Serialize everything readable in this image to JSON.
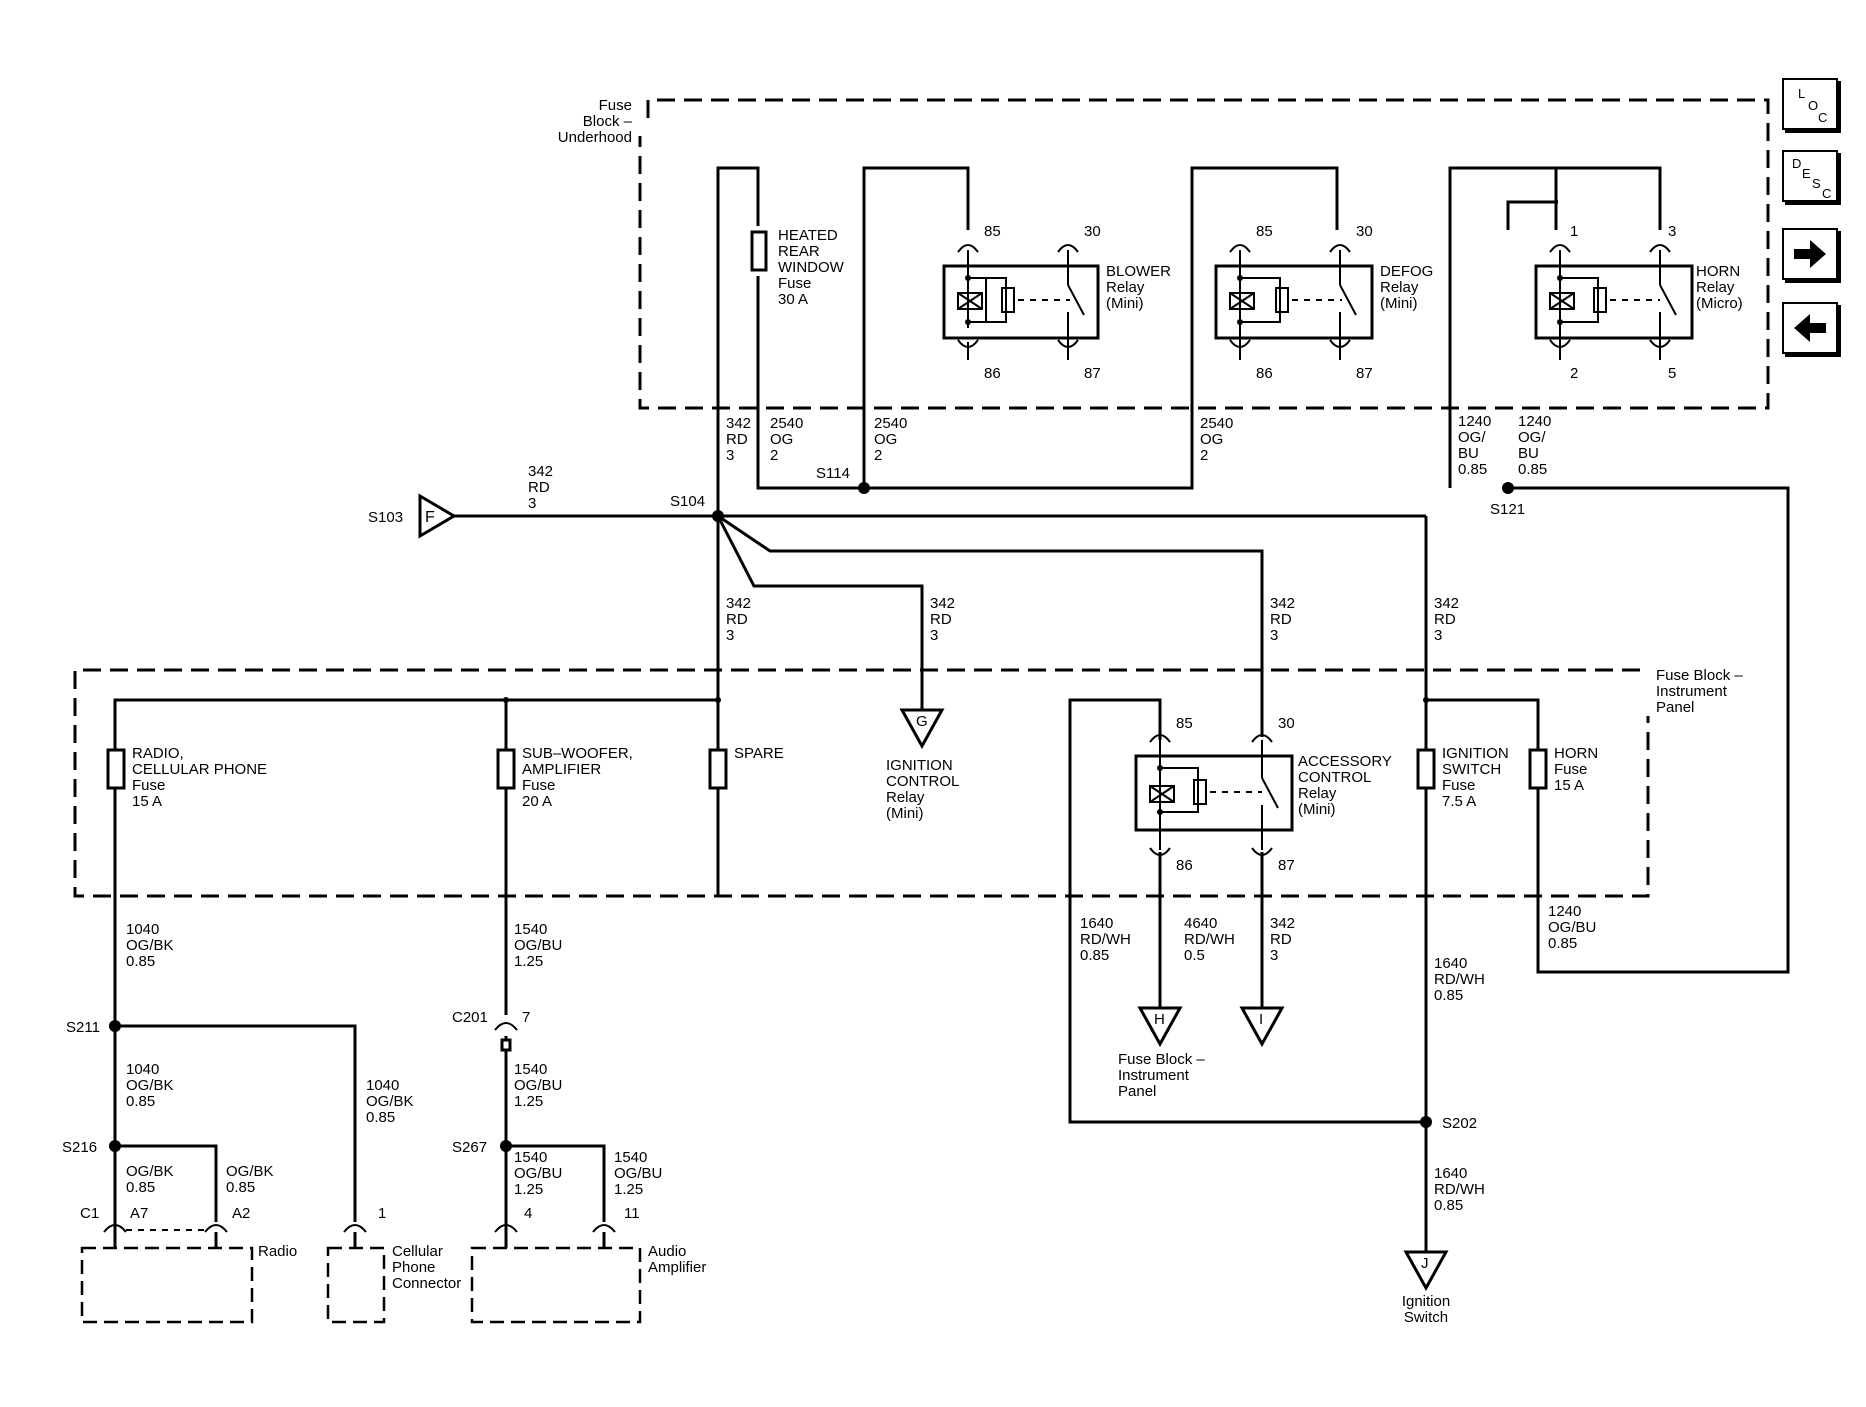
{
  "nav": {
    "loc": [
      "L",
      "O",
      "C"
    ],
    "desc": [
      "D",
      "E",
      "S",
      "C"
    ]
  },
  "labels": {
    "fb_under": [
      "Fuse",
      "Block –",
      "Underhood"
    ],
    "fb_ip": [
      "Fuse Block –",
      "Instrument",
      "Panel"
    ],
    "hrw_fuse": [
      "HEATED",
      "REAR",
      "WINDOW",
      "Fuse",
      "30 A"
    ],
    "blower": [
      "BLOWER",
      "Relay",
      "(Mini)"
    ],
    "defog": [
      "DEFOG",
      "Relay",
      "(Mini)"
    ],
    "horn_relay": [
      "HORN",
      "Relay",
      "(Micro)"
    ],
    "acc": [
      "ACCESSORY",
      "CONTROL",
      "Relay",
      "(Mini)"
    ],
    "radio_fuse": [
      "RADIO,",
      "CELLULAR PHONE",
      "Fuse",
      "15 A"
    ],
    "sub_fuse": [
      "SUB–WOOFER,",
      "AMPLIFIER",
      "Fuse",
      "20 A"
    ],
    "spare": "SPARE",
    "ign_sw_fuse": [
      "IGNITION",
      "SWITCH",
      "Fuse",
      "7.5 A"
    ],
    "horn_fuse": [
      "HORN",
      "Fuse",
      "15 A"
    ],
    "ign_ctrl": [
      "IGNITION",
      "CONTROL",
      "Relay",
      "(Mini)"
    ],
    "fb_ip_ref": [
      "Fuse Block –",
      "Instrument",
      "Panel"
    ],
    "ign_switch": [
      "Ignition",
      "Switch"
    ],
    "radio": "Radio",
    "cell": [
      "Cellular",
      "Phone",
      "Connector"
    ],
    "amp": [
      "Audio",
      "Amplifier"
    ]
  },
  "pins": {
    "blower": [
      "85",
      "30",
      "86",
      "87"
    ],
    "defog": [
      "85",
      "30",
      "86",
      "87"
    ],
    "horn": [
      "1",
      "3",
      "2",
      "5"
    ],
    "acc": [
      "85",
      "30",
      "86",
      "87"
    ]
  },
  "splices": {
    "s103": "S103",
    "s104": "S104",
    "s114": "S114",
    "s121": "S121",
    "s211": "S211",
    "s216": "S216",
    "s267": "S267",
    "s202": "S202"
  },
  "connectors": {
    "c201": "C201",
    "c201_pin": "7",
    "c1": "C1",
    "a7": "A7",
    "a2": "A2",
    "cell_pin": "1",
    "amp_pin4": "4",
    "amp_pin11": "11"
  },
  "refs": {
    "f": "F",
    "g": "G",
    "h": "H",
    "i": "I",
    "j": "J"
  },
  "wires": {
    "w342_a": [
      "342",
      "RD",
      "3"
    ],
    "w342_b": [
      "342",
      "RD",
      "3"
    ],
    "w2540_a": [
      "2540",
      "OG",
      "2"
    ],
    "w2540_b": [
      "2540",
      "OG",
      "2"
    ],
    "w2540_c": [
      "2540",
      "OG",
      "2"
    ],
    "w1240_a": [
      "1240",
      "OG/",
      "BU",
      "0.85"
    ],
    "w1240_b": [
      "1240",
      "OG/",
      "BU",
      "0.85"
    ],
    "w342_c": [
      "342",
      "RD",
      "3"
    ],
    "w342_d": [
      "342",
      "RD",
      "3"
    ],
    "w342_e": [
      "342",
      "RD",
      "3"
    ],
    "w342_f": [
      "342",
      "RD",
      "3"
    ],
    "w342_g": [
      "342",
      "RD",
      "3"
    ],
    "w1040_a": [
      "1040",
      "OG/BK",
      "0.85"
    ],
    "w1040_b": [
      "1040",
      "OG/BK",
      "0.85"
    ],
    "w1040_c": [
      "1040",
      "OG/BK",
      "0.85"
    ],
    "w_ogbk_a": [
      "OG/BK",
      "0.85"
    ],
    "w_ogbk_b": [
      "OG/BK",
      "0.85"
    ],
    "w1540_a": [
      "1540",
      "OG/BU",
      "1.25"
    ],
    "w1540_b": [
      "1540",
      "OG/BU",
      "1.25"
    ],
    "w1540_c": [
      "1540",
      "OG/BU",
      "1.25"
    ],
    "w1540_d": [
      "1540",
      "OG/BU",
      "1.25"
    ],
    "w1640_a": [
      "1640",
      "RD/WH",
      "0.85"
    ],
    "w4640": [
      "4640",
      "RD/WH",
      "0.5"
    ],
    "w1640_b": [
      "1640",
      "RD/WH",
      "0.85"
    ],
    "w1640_c": [
      "1640",
      "RD/WH",
      "0.85"
    ],
    "w1240_c": [
      "1240",
      "OG/BU",
      "0.85"
    ]
  }
}
